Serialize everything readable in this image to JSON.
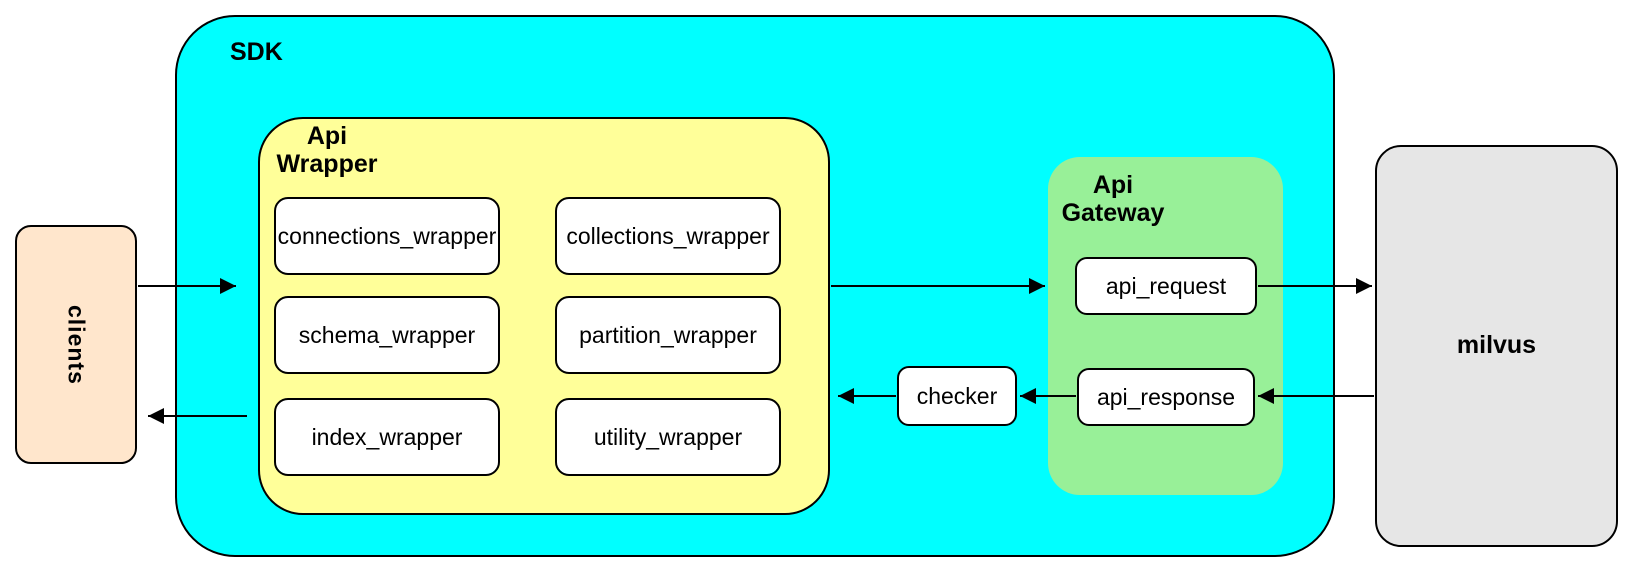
{
  "diagram": {
    "clients": {
      "label": "clients",
      "fill": "#FFE6CC"
    },
    "sdk": {
      "label": "SDK",
      "fill": "#00FFFF"
    },
    "api_wrapper": {
      "label_line1": "Api",
      "label_line2": "Wrapper",
      "fill": "#FFFF99",
      "boxes": [
        "connections_wrapper",
        "collections_wrapper",
        "schema_wrapper",
        "partition_wrapper",
        "index_wrapper",
        "utility_wrapper"
      ]
    },
    "checker": {
      "label": "checker",
      "fill": "#FFFFFF"
    },
    "api_gateway": {
      "label_line1": "Api",
      "label_line2": "Gateway",
      "fill": "#98F098",
      "boxes": [
        "api_request",
        "api_response"
      ]
    },
    "milvus": {
      "label": "milvus",
      "fill": "#E6E6E6"
    },
    "node_fill": "#FFFFFF",
    "line_color": "#000000"
  }
}
